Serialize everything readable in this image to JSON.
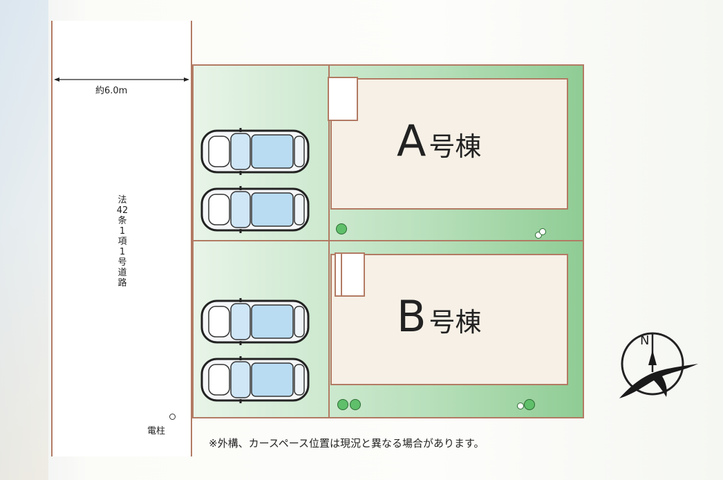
{
  "road": {
    "width_label": "約6.0m",
    "name": "法42条1項1号道路"
  },
  "pole": {
    "label": "電柱"
  },
  "buildings": [
    {
      "letter": "A",
      "suffix": "号棟"
    },
    {
      "letter": "B",
      "suffix": "号棟"
    }
  ],
  "compass": {
    "label": "N"
  },
  "note": "※外構、カースペース位置は現況と異なる場合があります。",
  "colors": {
    "boundary": "#b27a63",
    "lot_green": "#8fcc94",
    "building_fill": "#f6f0e6",
    "tree": "#5fbf6a"
  }
}
